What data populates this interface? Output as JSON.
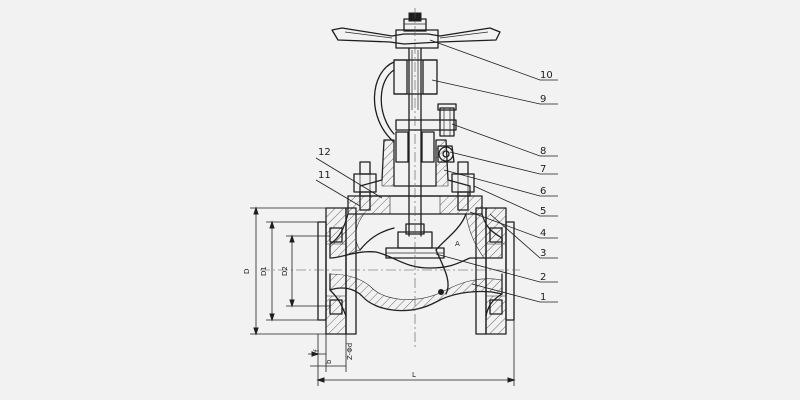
{
  "diagram": {
    "part_numbers": [
      "1",
      "2",
      "3",
      "4",
      "5",
      "6",
      "7",
      "8",
      "9",
      "10",
      "11",
      "12"
    ],
    "section_mark": "A",
    "dimension_labels": {
      "overall_length": "L",
      "flange_outer_diameter": "D",
      "bolt_circle_diameter": "D1",
      "raised_face_diameter": "D2",
      "flange_thickness": "b",
      "raised_face_height": "f",
      "bolt_holes": "Z-Φd"
    }
  }
}
